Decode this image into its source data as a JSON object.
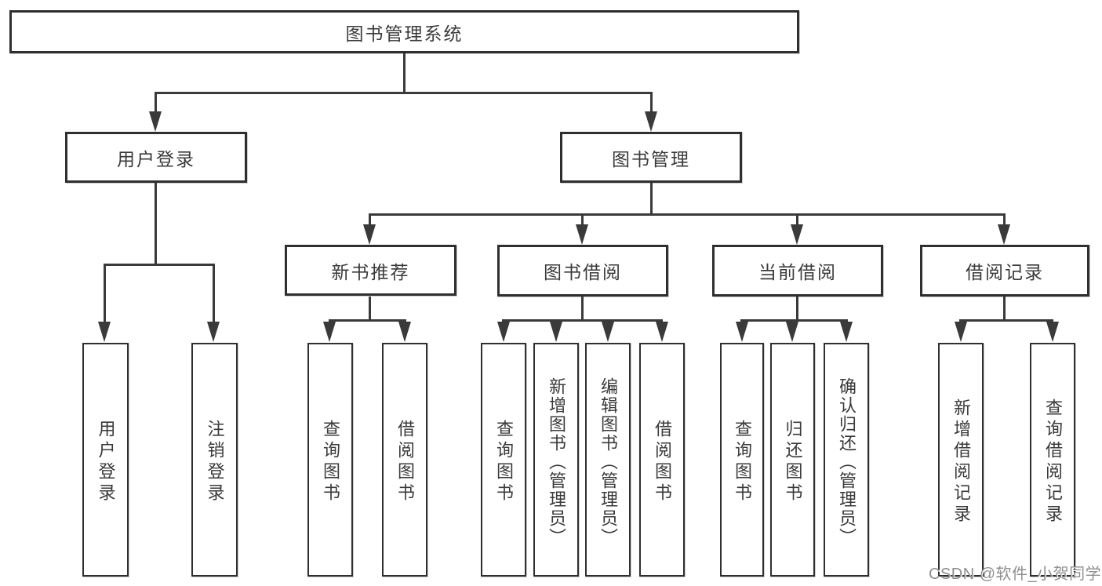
{
  "diagram_title": "图书管理系统",
  "tree": {
    "root": {
      "label": "图书管理系统"
    },
    "level2": [
      {
        "id": "user-login",
        "label": "用户登录"
      },
      {
        "id": "book-management",
        "label": "图书管理"
      }
    ],
    "level3": [
      {
        "id": "new-book-recommend",
        "label": "新书推荐",
        "parent": "图书管理"
      },
      {
        "id": "book-borrowing",
        "label": "图书借阅",
        "parent": "图书管理"
      },
      {
        "id": "current-borrowing",
        "label": "当前借阅",
        "parent": "图书管理"
      },
      {
        "id": "borrowing-records",
        "label": "借阅记录",
        "parent": "图书管理"
      }
    ],
    "leaves": [
      {
        "id": "leaf-user-login",
        "label": "用户登录",
        "parent": "用户登录"
      },
      {
        "id": "leaf-logout",
        "label": "注销登录",
        "parent": "用户登录"
      },
      {
        "id": "leaf-query-books-1",
        "label": "查询图书",
        "parent": "新书推荐"
      },
      {
        "id": "leaf-borrow-books-1",
        "label": "借阅图书",
        "parent": "新书推荐"
      },
      {
        "id": "leaf-query-books-2",
        "label": "查询图书",
        "parent": "图书借阅"
      },
      {
        "id": "leaf-add-books-admin",
        "label": "新增图书（管理员）",
        "parent": "图书借阅"
      },
      {
        "id": "leaf-edit-books-admin",
        "label": "编辑图书（管理员）",
        "parent": "图书借阅"
      },
      {
        "id": "leaf-borrow-books-2",
        "label": "借阅图书",
        "parent": "图书借阅"
      },
      {
        "id": "leaf-query-books-3",
        "label": "查询图书",
        "parent": "当前借阅"
      },
      {
        "id": "leaf-return-books",
        "label": "归还图书",
        "parent": "当前借阅"
      },
      {
        "id": "leaf-confirm-return-admin",
        "label": "确认归还（管理员）",
        "parent": "当前借阅"
      },
      {
        "id": "leaf-add-borrow-record",
        "label": "新增借阅记录",
        "parent": "借阅记录"
      },
      {
        "id": "leaf-query-borrow-record",
        "label": "查询借阅记录",
        "parent": "借阅记录"
      }
    ]
  },
  "watermark": "CSDN @软件_小贺同学",
  "colors": {
    "line": "#3a3a3a",
    "box_border": "#2f2f2f",
    "text": "#3a3a3a",
    "background": "#ffffff",
    "watermark": "#8f8f8f"
  }
}
